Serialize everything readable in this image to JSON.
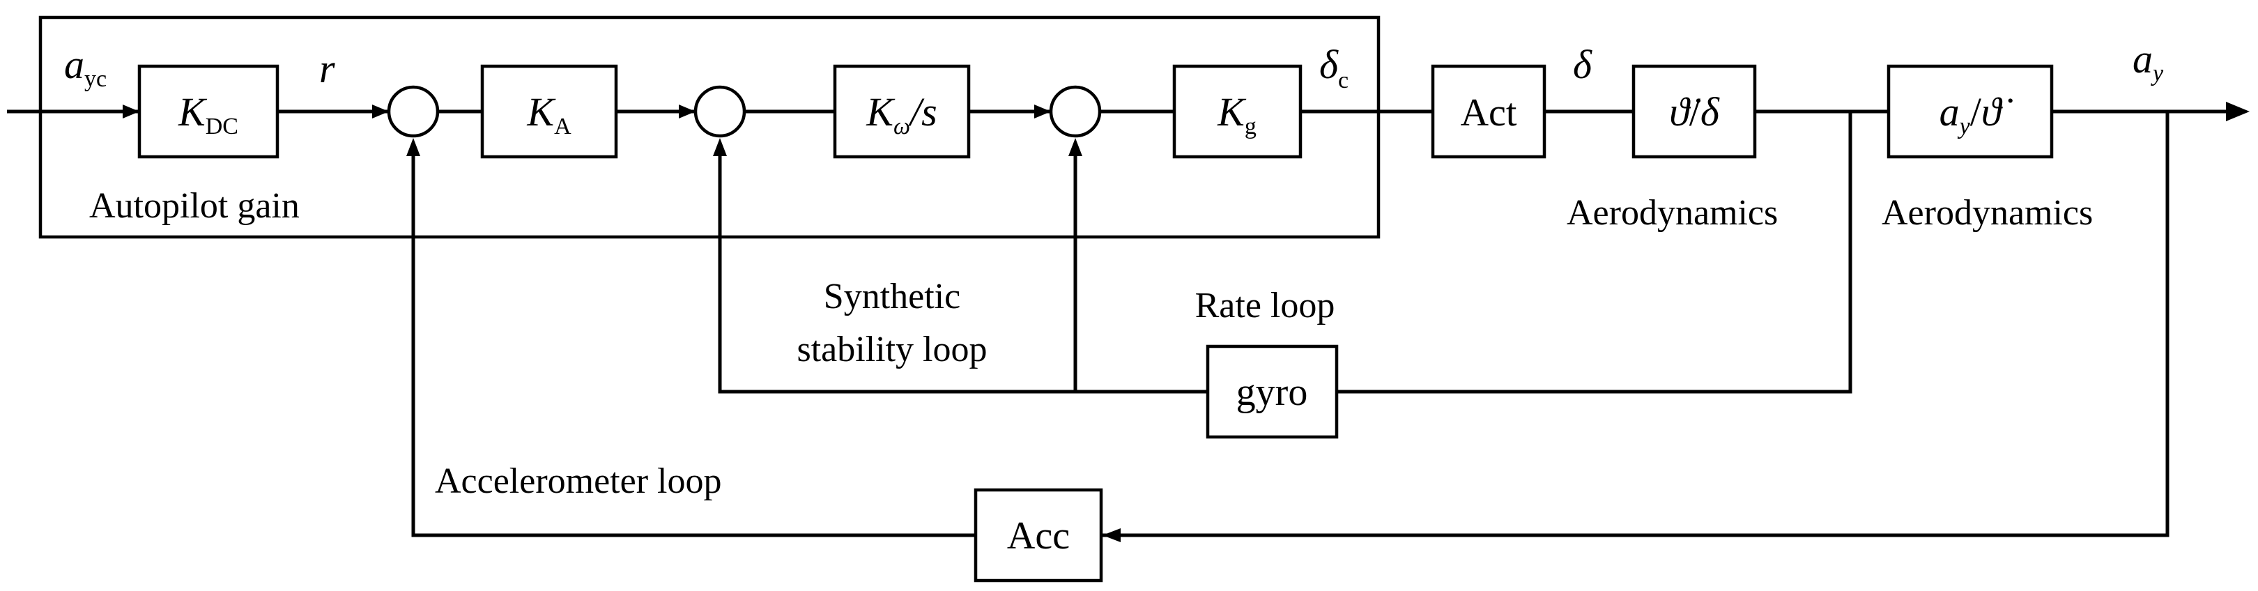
{
  "blocks": {
    "kdc": {
      "symbol": "K",
      "sub": "DC"
    },
    "ka": {
      "symbol": "K",
      "sub": "A"
    },
    "kw": {
      "symbol": "K",
      "sub": "ω",
      "rest": "/s"
    },
    "kg": {
      "symbol": "K",
      "sub": "g"
    },
    "act": "Act",
    "aero1": {
      "num": "ϑ̇",
      "den": "δ"
    },
    "aero2": {
      "num": "a",
      "num_sub": "y",
      "den": "ϑ̇"
    },
    "gyro": "gyro",
    "acc": "Acc"
  },
  "signals": {
    "input": {
      "symbol": "a",
      "sub": "yc"
    },
    "r": "r",
    "delta_c": {
      "symbol": "δ",
      "sub": "c"
    },
    "delta": "δ",
    "output": {
      "symbol": "a",
      "sub": "y"
    }
  },
  "labels": {
    "autopilot_gain": "Autopilot gain",
    "aerodynamics_1": "Aerodynamics",
    "aerodynamics_2": "Aerodynamics",
    "synthetic_line1": "Synthetic",
    "synthetic_line2": "stability loop",
    "rate_loop": "Rate loop",
    "accelerometer_loop": "Accelerometer loop"
  }
}
